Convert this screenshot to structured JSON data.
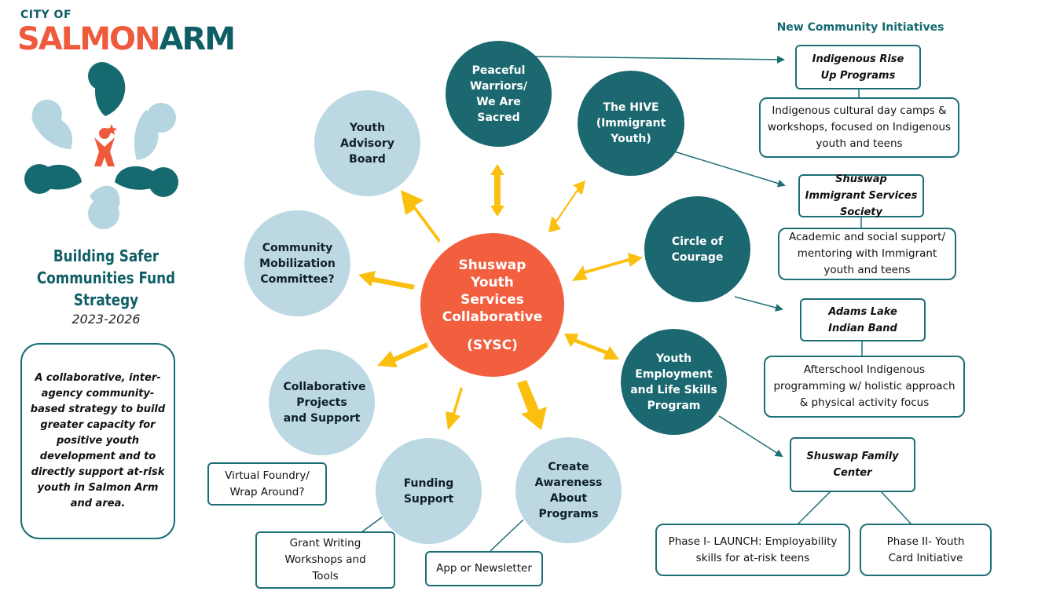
{
  "logo": {
    "city_of": "CITY OF",
    "salmon": "SALMON",
    "arm": "ARM"
  },
  "strategy": {
    "title": "Building Safer Communities Fund Strategy",
    "years": "2023-2026",
    "description": "A collaborative, inter-agency community-based strategy to build greater capacity for positive youth development and to directly support at-risk youth in Salmon Arm and area."
  },
  "center": {
    "name": "Shuswap Youth Services Collaborative",
    "abbr": "(SYSC)"
  },
  "circles": {
    "peaceful": "Peaceful Warriors/ We Are Sacred",
    "hive": "The HIVE (Immigrant Youth)",
    "advisory": "Youth Advisory Board",
    "circle_courage": "Circle of Courage",
    "community": "Community Mobilization Committee?",
    "employment": "Youth Employment and Life Skills Program",
    "collaborative": "Collaborative Projects and Support",
    "funding": "Funding Support",
    "awareness": "Create Awareness About Programs"
  },
  "initiatives_heading": "New Community Initiatives",
  "orgs": {
    "rise_up": "Indigenous Rise Up Programs",
    "immigrant": "Shuswap Immigrant Services Society",
    "adams": "Adams Lake Indian Band",
    "family": "Shuswap Family Center"
  },
  "details": {
    "rise_up": "Indigenous cultural day camps & workshops, focused on Indigenous youth and teens",
    "immigrant": "Academic and social support/ mentoring with Immigrant youth and teens",
    "adams": "Afterschool Indigenous programming w/ holistic approach & physical activity focus",
    "phase1": "Phase I- LAUNCH:  Employability skills for at-risk teens",
    "phase2": "Phase II- Youth Card Initiative",
    "foundry": "Virtual Foundry/ Wrap Around?",
    "grant": "Grant Writing Workshops and Tools",
    "app": "App or Newsletter"
  },
  "colors": {
    "orange": "#f25f3f",
    "teal": "#1b6870",
    "light_blue": "#bcd8e2",
    "arrow_yellow": "#fbbf10"
  }
}
